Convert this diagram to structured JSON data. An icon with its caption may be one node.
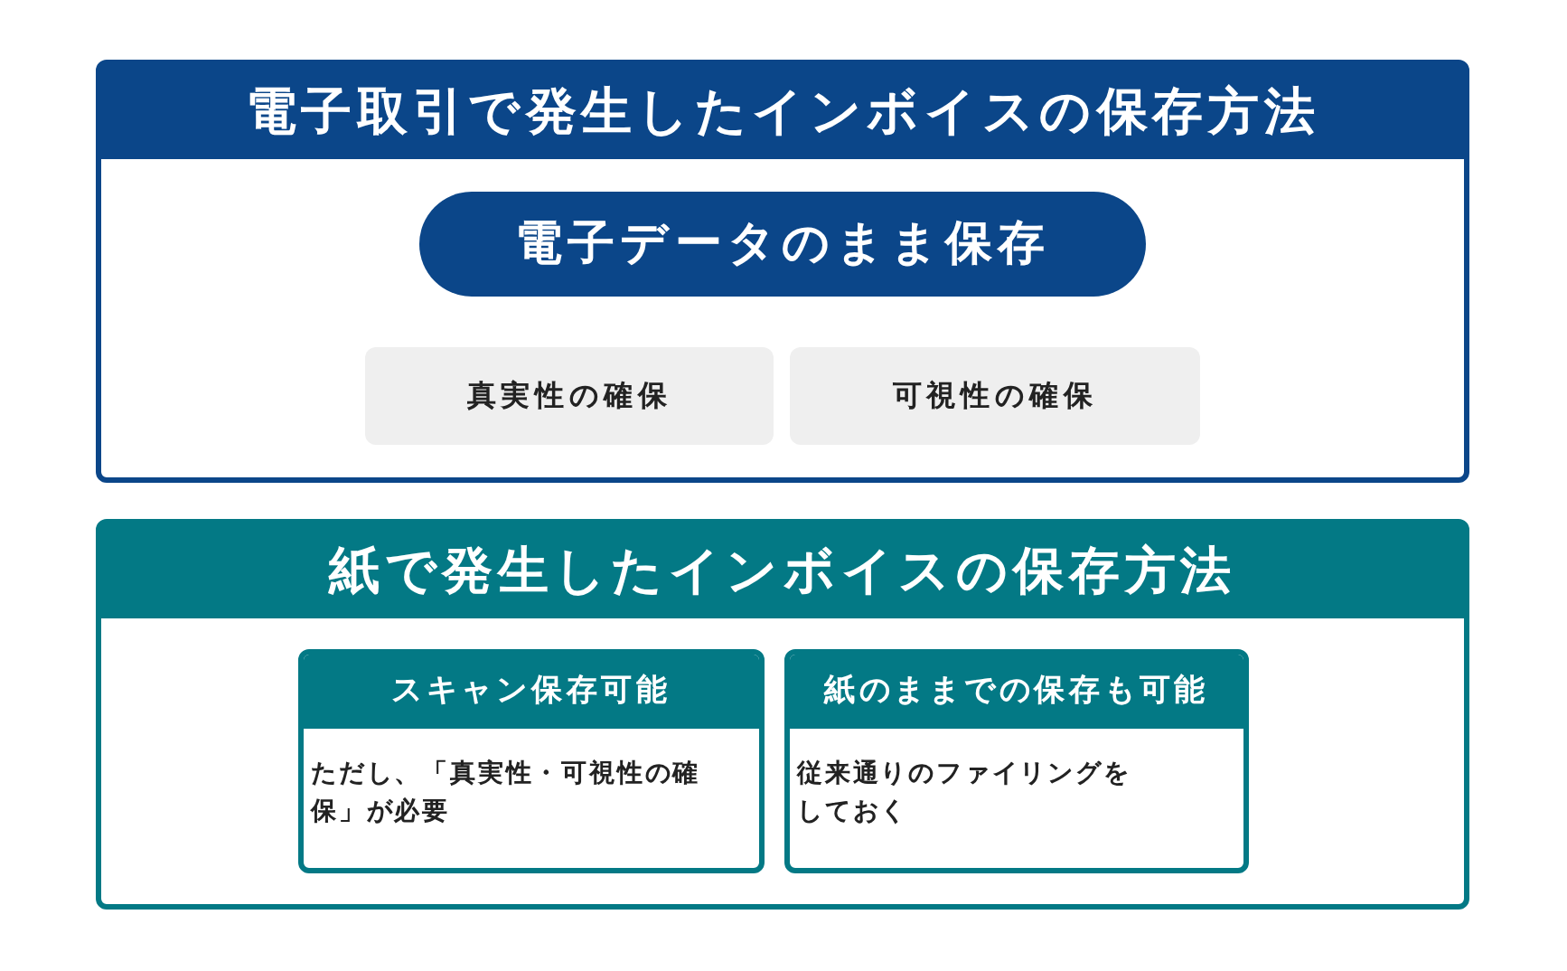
{
  "diagram": {
    "nodes": [
      {
        "text": [
          "電子取引で発生したインボイスの保存方法"
        ]
      },
      {
        "text": [
          "電子データのまま保存"
        ],
        "in": 0
      },
      {
        "text": [
          "真実性の確保"
        ],
        "in": 0
      },
      {
        "text": [
          "可視性の確保"
        ],
        "in": 0
      },
      {
        "text": [
          "紙で発生したインボイスの保存方法"
        ]
      },
      {
        "text": [
          "スキャン保存可能",
          "ただし、「真実性・可視性の確保」が必要"
        ],
        "in": 4
      },
      {
        "text": [
          "紙のままでの保存も可能",
          "従来通りのファイリングをしておく"
        ],
        "in": 4
      }
    ]
  }
}
